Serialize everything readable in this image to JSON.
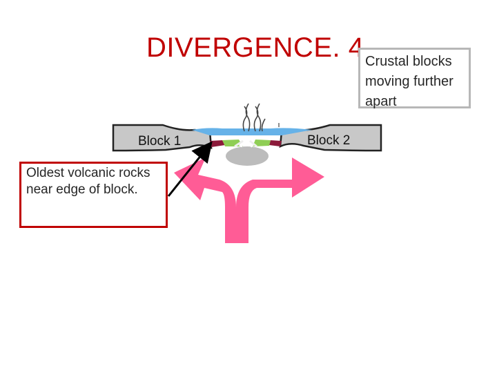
{
  "slide": {
    "title": "DIVERGENCE. 4"
  },
  "note": {
    "text": "Crustal blocks moving further apart"
  },
  "callout": {
    "text": "Oldest volcanic rocks near edge of block."
  },
  "blocks": {
    "left_label": "Block 1",
    "right_label": "Block 2"
  },
  "colors": {
    "title": "#c00000",
    "crust": "#c8c8c8",
    "ocean": "#66b2e8",
    "young_rock": "#8fce55",
    "old_rock": "#8b1a3a",
    "magma": "#bcbcbc",
    "arrows": "#ff5c96",
    "callout_border": "#c00000",
    "note_border": "#b7b7b7"
  },
  "icons": {
    "steam": "steam-plumes-icon",
    "direction": "divergent-arrows-icon",
    "pointer": "pointer-arrow-icon"
  }
}
